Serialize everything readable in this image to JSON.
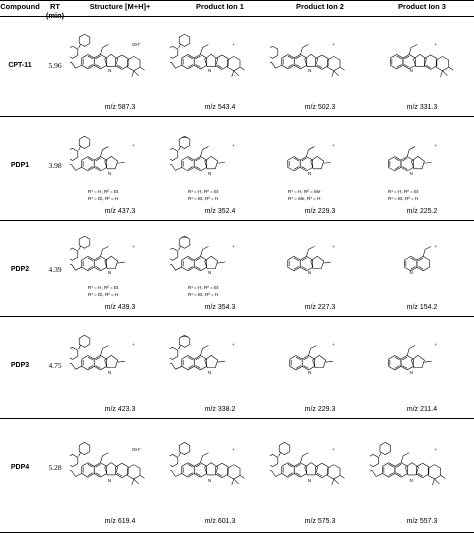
{
  "headers": {
    "compound": "Compound",
    "rt_line1": "RT",
    "rt_line2": "(min)",
    "structure": "Structure [M+H]+",
    "ion1": "Product Ion 1",
    "ion2": "Product Ion 2",
    "ion3": "Product Ion 3"
  },
  "rows": [
    {
      "compound": "CPT-11",
      "rt": "5.96",
      "mz": [
        "m/z 587.3",
        "m/z 543.4",
        "m/z 502.3",
        "m/z 331.3"
      ]
    },
    {
      "compound": "PDP1",
      "rt": "3.98",
      "mz": [
        "m/z 437.3",
        "m/z 352.4",
        "m/z 229.3",
        "m/z 225.2"
      ],
      "rlabels": [
        [
          "R¹ = H,  R² = Et",
          "R¹ = Et, R² = H"
        ],
        [
          "R¹ = H,  R² = Et",
          "R¹ = Et, R² = H"
        ],
        [
          "R¹ = H,  R² = Me",
          "R¹ = Me, R² = H"
        ],
        [
          "R¹ = H,  R² = Et",
          "R¹ = Et, R² = H"
        ]
      ]
    },
    {
      "compound": "PDP2",
      "rt": "4.39",
      "mz": [
        "m/z 439.3",
        "m/z 354.3",
        "m/z 227.3",
        "m/z 154.2"
      ],
      "rlabels": [
        [
          "R¹ = H,  R² = Et",
          "R¹ = Et, R² = H"
        ],
        [
          "R¹ = H,  R² = Et",
          "R¹ = Et, R² = H"
        ]
      ]
    },
    {
      "compound": "PDP3",
      "rt": "4.75",
      "mz": [
        "m/z 423.3",
        "m/z 338.2",
        "m/z 229.3",
        "m/z 211.4"
      ]
    },
    {
      "compound": "PDP4",
      "rt": "5.28",
      "mz": [
        "m/z 619.4",
        "m/z 601.3",
        "m/z 575.3",
        "m/z 557.3"
      ]
    }
  ],
  "charge_symbols": {
    "cation": "+",
    "radical_cation": "•+",
    "oxonium": "OH⁺",
    "ring_n": "N",
    "oh": "OH"
  }
}
